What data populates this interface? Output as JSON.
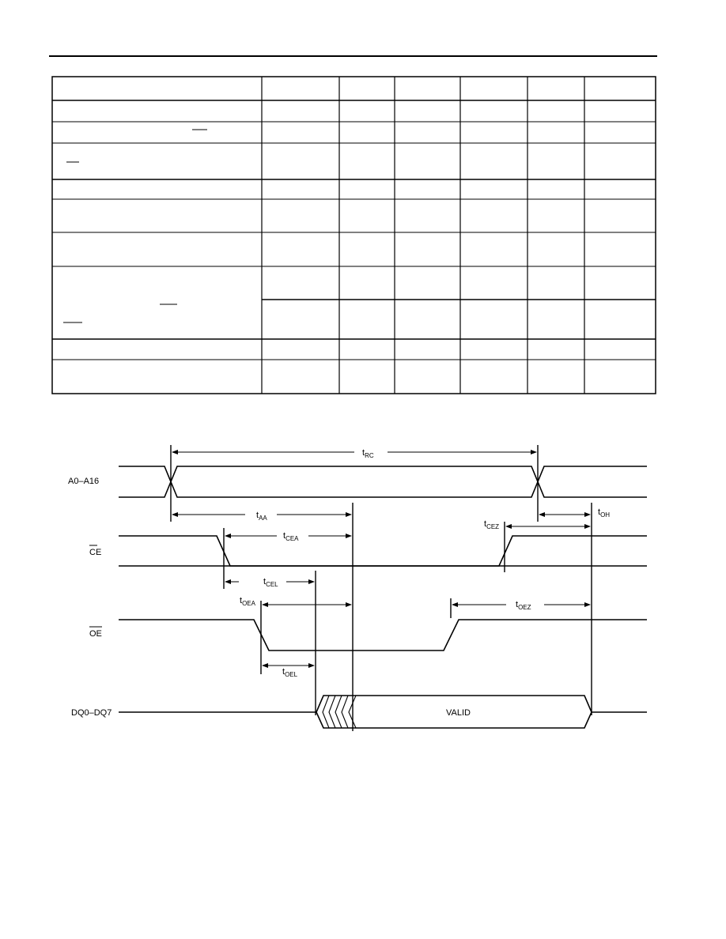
{
  "header": {},
  "param_table": {
    "columns": 7,
    "rows": 11,
    "cells": []
  },
  "timing_diagram": {
    "signals": [
      {
        "id": "address",
        "label": "A0–A16"
      },
      {
        "id": "ce",
        "label": "CE"
      },
      {
        "id": "oe",
        "label": "OE"
      },
      {
        "id": "dq",
        "label": "DQ0–DQ7"
      }
    ],
    "data_label": "VALID",
    "params": {
      "rc": {
        "t": "t",
        "sub": "RC"
      },
      "aa": {
        "t": "t",
        "sub": "AA"
      },
      "oh": {
        "t": "t",
        "sub": "OH"
      },
      "cea": {
        "t": "t",
        "sub": "CEA"
      },
      "cez": {
        "t": "t",
        "sub": "CEZ"
      },
      "cel": {
        "t": "t",
        "sub": "CEL"
      },
      "oea": {
        "t": "t",
        "sub": "OEA"
      },
      "oez": {
        "t": "t",
        "sub": "OEZ"
      },
      "oel": {
        "t": "t",
        "sub": "OEL"
      }
    }
  }
}
